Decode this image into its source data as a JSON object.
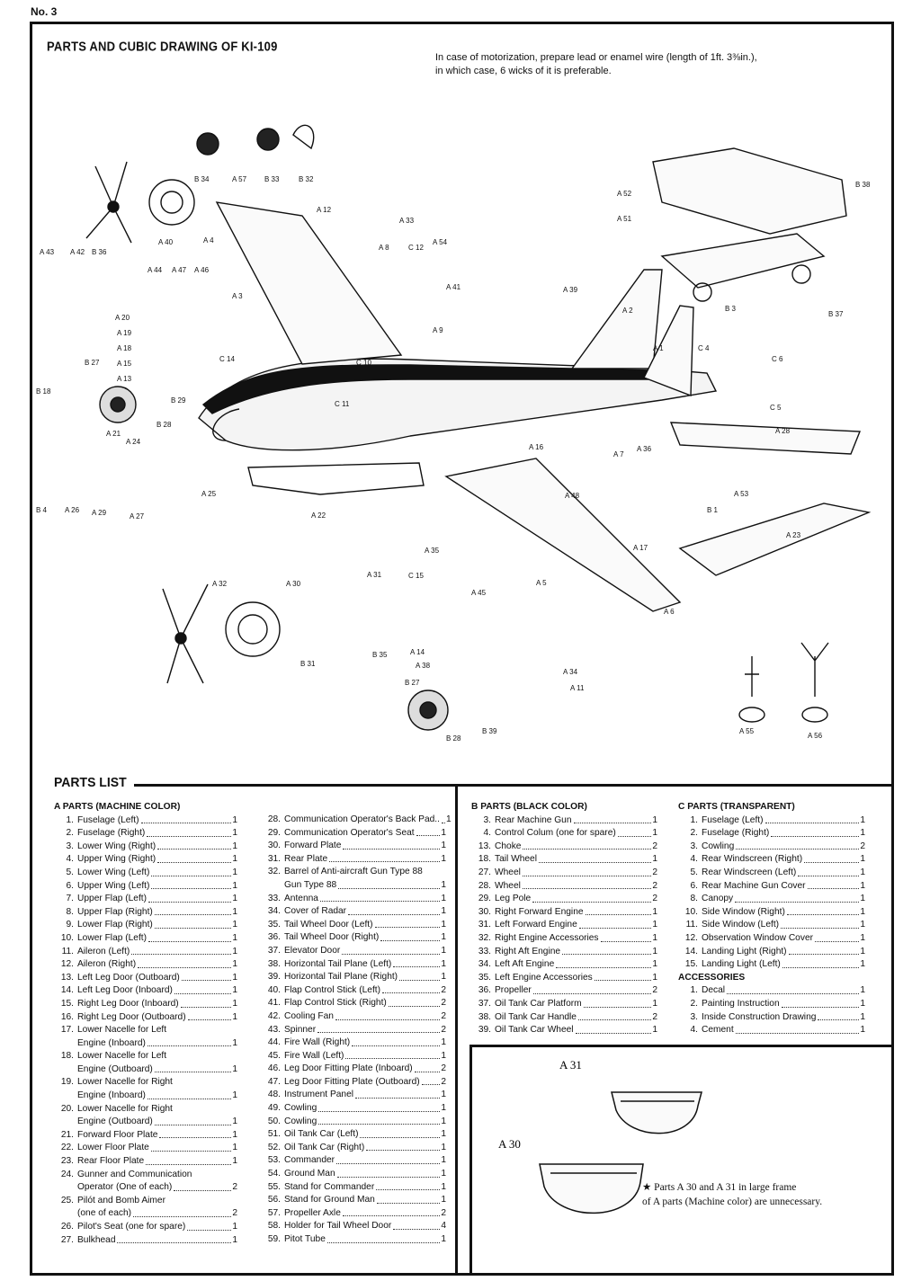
{
  "page_number": "No. 3",
  "title": "PARTS AND CUBIC DRAWING OF KI-109",
  "motor_note_line1": "In case of motorization, prepare lead or enamel wire (length of 1ft. 3⅜in.),",
  "motor_note_line2": "in which case, 6 wicks of it is preferable.",
  "drawing_labels": [
    "B 34",
    "A 57",
    "B 33",
    "B 32",
    "A 12",
    "A 33",
    "A 52",
    "B 38",
    "A 43",
    "A 42",
    "B 36",
    "A 40",
    "A 4",
    "A 8",
    "C 12",
    "A 54",
    "A 51",
    "A 44",
    "A 47",
    "A 46",
    "A 3",
    "A 41",
    "A 39",
    "B 37",
    "A 20",
    "A 19",
    "A 18",
    "A 15",
    "A 13",
    "A 2",
    "B 3",
    "C 14",
    "C 10",
    "A 9",
    "A 1",
    "C 4",
    "C 6",
    "B 27",
    "B 18",
    "C 11",
    "B 28",
    "B 29",
    "C 5",
    "A 28",
    "A 21",
    "A 24",
    "A 16",
    "A 7",
    "A 36",
    "B 4",
    "A 26",
    "A 29",
    "A 27",
    "A 53",
    "A 31",
    "A 32",
    "A 48",
    "B 1",
    "A 25",
    "A 22",
    "A 5",
    "A 17",
    "A 23",
    "A 35",
    "C 15",
    "A 30",
    "A 6",
    "A 34",
    "A 45",
    "A 55",
    "A 56",
    "B 31",
    "B 35",
    "A 38",
    "A 14",
    "A 11",
    "B 27",
    "B 39",
    "B 28"
  ],
  "parts_list_title": "PARTS LIST",
  "a_parts": {
    "heading": "A PARTS (MACHINE COLOR)",
    "items": [
      {
        "n": "1.",
        "label": "Fuselage (Left)",
        "q": "1"
      },
      {
        "n": "2.",
        "label": "Fuselage (Right)",
        "q": "1"
      },
      {
        "n": "3.",
        "label": "Lower Wing (Right)",
        "q": "1"
      },
      {
        "n": "4.",
        "label": "Upper Wing (Right)",
        "q": "1"
      },
      {
        "n": "5.",
        "label": "Lower Wing (Left)",
        "q": "1"
      },
      {
        "n": "6.",
        "label": "Upper Wing (Left)",
        "q": "1"
      },
      {
        "n": "7.",
        "label": "Upper Flap (Left)",
        "q": "1"
      },
      {
        "n": "8.",
        "label": "Upper Flap (Right)",
        "q": "1"
      },
      {
        "n": "9.",
        "label": "Lower Flap (Right)",
        "q": "1"
      },
      {
        "n": "10.",
        "label": "Lower Flap (Left)",
        "q": "1"
      },
      {
        "n": "11.",
        "label": "Aileron (Left)",
        "q": "1"
      },
      {
        "n": "12.",
        "label": "Aileron (Right)",
        "q": "1"
      },
      {
        "n": "13.",
        "label": "Left Leg Door (Outboard)",
        "q": "1"
      },
      {
        "n": "14.",
        "label": "Left Leg Door (Inboard)",
        "q": "1"
      },
      {
        "n": "15.",
        "label": "Right Leg Door (Inboard)",
        "q": "1"
      },
      {
        "n": "16.",
        "label": "Right Leg Door (Outboard)",
        "q": "1"
      },
      {
        "n": "17.",
        "label": "Lower Nacelle for Left",
        "q": ""
      },
      {
        "n": "",
        "label": "Engine (Inboard)",
        "q": "1"
      },
      {
        "n": "18.",
        "label": "Lower Nacelle for Left",
        "q": ""
      },
      {
        "n": "",
        "label": "Engine (Outboard)",
        "q": "1"
      },
      {
        "n": "19.",
        "label": "Lower Nacelle for Right",
        "q": ""
      },
      {
        "n": "",
        "label": "Engine (Inboard)",
        "q": "1"
      },
      {
        "n": "20.",
        "label": "Lower Nacelle for Right",
        "q": ""
      },
      {
        "n": "",
        "label": "Engine (Outboard)",
        "q": "1"
      },
      {
        "n": "21.",
        "label": "Forward Floor Plate",
        "q": "1"
      },
      {
        "n": "22.",
        "label": "Lower Floor Plate",
        "q": "1"
      },
      {
        "n": "23.",
        "label": "Rear Floor Plate",
        "q": "1"
      },
      {
        "n": "24.",
        "label": "Gunner and Communication",
        "q": ""
      },
      {
        "n": "",
        "label": "Operator (One of each)",
        "q": "2"
      },
      {
        "n": "25.",
        "label": "Pilót and Bomb Aimer",
        "q": ""
      },
      {
        "n": "",
        "label": "(one of each)",
        "q": "2"
      },
      {
        "n": "26.",
        "label": "Pilot's Seat (one for spare)",
        "q": "1"
      },
      {
        "n": "27.",
        "label": "Bulkhead",
        "q": "1"
      }
    ]
  },
  "a_parts_cont": {
    "items": [
      {
        "n": "28.",
        "label": "Communication Operator's Back Pad..",
        "q": "1"
      },
      {
        "n": "29.",
        "label": "Communication Operator's Seat",
        "q": "1"
      },
      {
        "n": "30.",
        "label": "Forward Plate",
        "q": "1"
      },
      {
        "n": "31.",
        "label": "Rear Plate",
        "q": "1"
      },
      {
        "n": "32.",
        "label": "Barrel of Anti-aircraft Gun Type 88",
        "q": ""
      },
      {
        "n": "",
        "label": "Gun Type 88",
        "q": "1"
      },
      {
        "n": "33.",
        "label": "Antenna",
        "q": "1"
      },
      {
        "n": "34.",
        "label": "Cover of Radar",
        "q": "1"
      },
      {
        "n": "35.",
        "label": "Tail Wheel Door (Left)",
        "q": "1"
      },
      {
        "n": "36.",
        "label": "Tail Wheel Door (Right)",
        "q": "1"
      },
      {
        "n": "37.",
        "label": "Elevator Door",
        "q": "1"
      },
      {
        "n": "38.",
        "label": "Horizontal Tail Plane (Left)",
        "q": "1"
      },
      {
        "n": "39.",
        "label": "Horizontal Tail Plane (Right)",
        "q": "1"
      },
      {
        "n": "40.",
        "label": "Flap Control Stick (Left)",
        "q": "2"
      },
      {
        "n": "41.",
        "label": "Flap Control Stick (Right)",
        "q": "2"
      },
      {
        "n": "42.",
        "label": "Cooling Fan",
        "q": "2"
      },
      {
        "n": "43.",
        "label": "Spinner",
        "q": "2"
      },
      {
        "n": "44.",
        "label": "Fire Wall (Right)",
        "q": "1"
      },
      {
        "n": "45.",
        "label": "Fire Wall (Left)",
        "q": "1"
      },
      {
        "n": "46.",
        "label": "Leg Door Fitting Plate (Inboard)",
        "q": "2"
      },
      {
        "n": "47.",
        "label": "Leg Door Fitting Plate (Outboard)",
        "q": "2"
      },
      {
        "n": "48.",
        "label": "Instrument Panel",
        "q": "1"
      },
      {
        "n": "49.",
        "label": "Cowling",
        "q": "1"
      },
      {
        "n": "50.",
        "label": "Cowling",
        "q": "1"
      },
      {
        "n": "51.",
        "label": "Oil Tank Car (Left)",
        "q": "1"
      },
      {
        "n": "52.",
        "label": "Oil Tank Car (Right)",
        "q": "1"
      },
      {
        "n": "53.",
        "label": "Commander",
        "q": "1"
      },
      {
        "n": "54.",
        "label": "Ground Man",
        "q": "1"
      },
      {
        "n": "55.",
        "label": "Stand for Commander",
        "q": "1"
      },
      {
        "n": "56.",
        "label": "Stand for Ground Man",
        "q": "1"
      },
      {
        "n": "57.",
        "label": "Propeller Axle",
        "q": "2"
      },
      {
        "n": "58.",
        "label": "Holder for Tail Wheel Door",
        "q": "4"
      },
      {
        "n": "59.",
        "label": "Pitot Tube",
        "q": "1"
      }
    ]
  },
  "b_parts": {
    "heading": "B PARTS (BLACK COLOR)",
    "items": [
      {
        "n": "3.",
        "label": "Rear Machine Gun",
        "q": "1"
      },
      {
        "n": "4.",
        "label": "Control Colum (one for spare)",
        "q": "1"
      },
      {
        "n": "13.",
        "label": "Choke",
        "q": "2"
      },
      {
        "n": "18.",
        "label": "Tail Wheel",
        "q": "1"
      },
      {
        "n": "27.",
        "label": "Wheel",
        "q": "2"
      },
      {
        "n": "28.",
        "label": "Wheel",
        "q": "2"
      },
      {
        "n": "29.",
        "label": "Leg Pole",
        "q": "2"
      },
      {
        "n": "30.",
        "label": "Right Forward Engine",
        "q": "1"
      },
      {
        "n": "31.",
        "label": "Left Forward Engine",
        "q": "1"
      },
      {
        "n": "32.",
        "label": "Right Engine Accessories",
        "q": "1"
      },
      {
        "n": "33.",
        "label": "Right Aft Engine",
        "q": "1"
      },
      {
        "n": "34.",
        "label": "Left Aft Engine",
        "q": "1"
      },
      {
        "n": "35.",
        "label": "Left Engine Accessories",
        "q": "1"
      },
      {
        "n": "36.",
        "label": "Propeller",
        "q": "2"
      },
      {
        "n": "37.",
        "label": "Oil Tank Car Platform",
        "q": "1"
      },
      {
        "n": "38.",
        "label": "Oil Tank Car Handle",
        "q": "2"
      },
      {
        "n": "39.",
        "label": "Oil Tank Car Wheel",
        "q": "1"
      }
    ]
  },
  "c_parts": {
    "heading": "C PARTS (TRANSPARENT)",
    "items": [
      {
        "n": "1.",
        "label": "Fuselage (Left)",
        "q": "1"
      },
      {
        "n": "2.",
        "label": "Fuselage (Right)",
        "q": "1"
      },
      {
        "n": "3.",
        "label": "Cowling",
        "q": "2"
      },
      {
        "n": "4.",
        "label": "Rear Windscreen (Right)",
        "q": "1"
      },
      {
        "n": "5.",
        "label": "Rear Windscreen (Left)",
        "q": "1"
      },
      {
        "n": "6.",
        "label": "Rear Machine Gun Cover",
        "q": "1"
      },
      {
        "n": "8.",
        "label": "Canopy",
        "q": "1"
      },
      {
        "n": "10.",
        "label": "Side Window (Right)",
        "q": "1"
      },
      {
        "n": "11.",
        "label": "Side Window (Left)",
        "q": "1"
      },
      {
        "n": "12.",
        "label": "Observation Window Cover",
        "q": "1"
      },
      {
        "n": "14.",
        "label": "Landing Light (Right)",
        "q": "1"
      },
      {
        "n": "15.",
        "label": "Landing Light (Left)",
        "q": "1"
      }
    ]
  },
  "accessories": {
    "heading": "ACCESSORIES",
    "items": [
      {
        "n": "1.",
        "label": "Decal",
        "q": "1"
      },
      {
        "n": "2.",
        "label": "Painting Instruction",
        "q": "1"
      },
      {
        "n": "3.",
        "label": "Inside Construction Drawing",
        "q": "1"
      },
      {
        "n": "4.",
        "label": "Cement",
        "q": "1"
      }
    ]
  },
  "inset": {
    "label_a31": "A 31",
    "label_a30": "A 30",
    "note_line1": "★  Parts A 30 and A 31 in large frame",
    "note_line2": "of A parts (Machine color) are unnecessary."
  }
}
